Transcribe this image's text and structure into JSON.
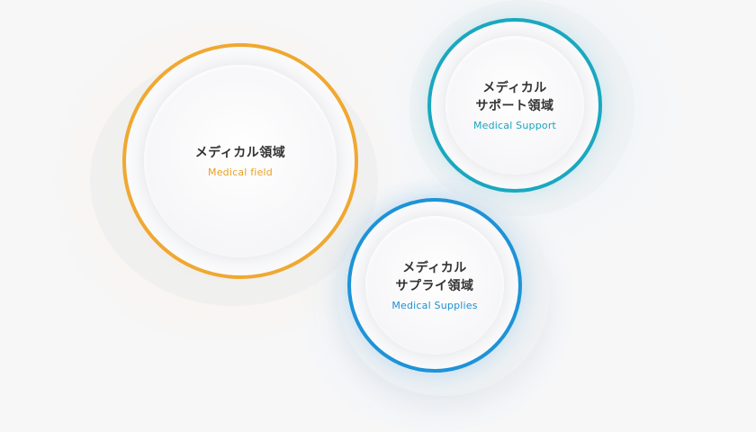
{
  "circles": {
    "field": {
      "title": "メディカル領域",
      "subtitle": "Medical field",
      "color": "#f0a830"
    },
    "support": {
      "title": "メディカル\nサポート領域",
      "subtitle": "Medical Support",
      "color": "#1aa8c0"
    },
    "supplies": {
      "title": "メディカル\nサプライ領域",
      "subtitle": "Medical Supplies",
      "color": "#1e93d8"
    }
  }
}
